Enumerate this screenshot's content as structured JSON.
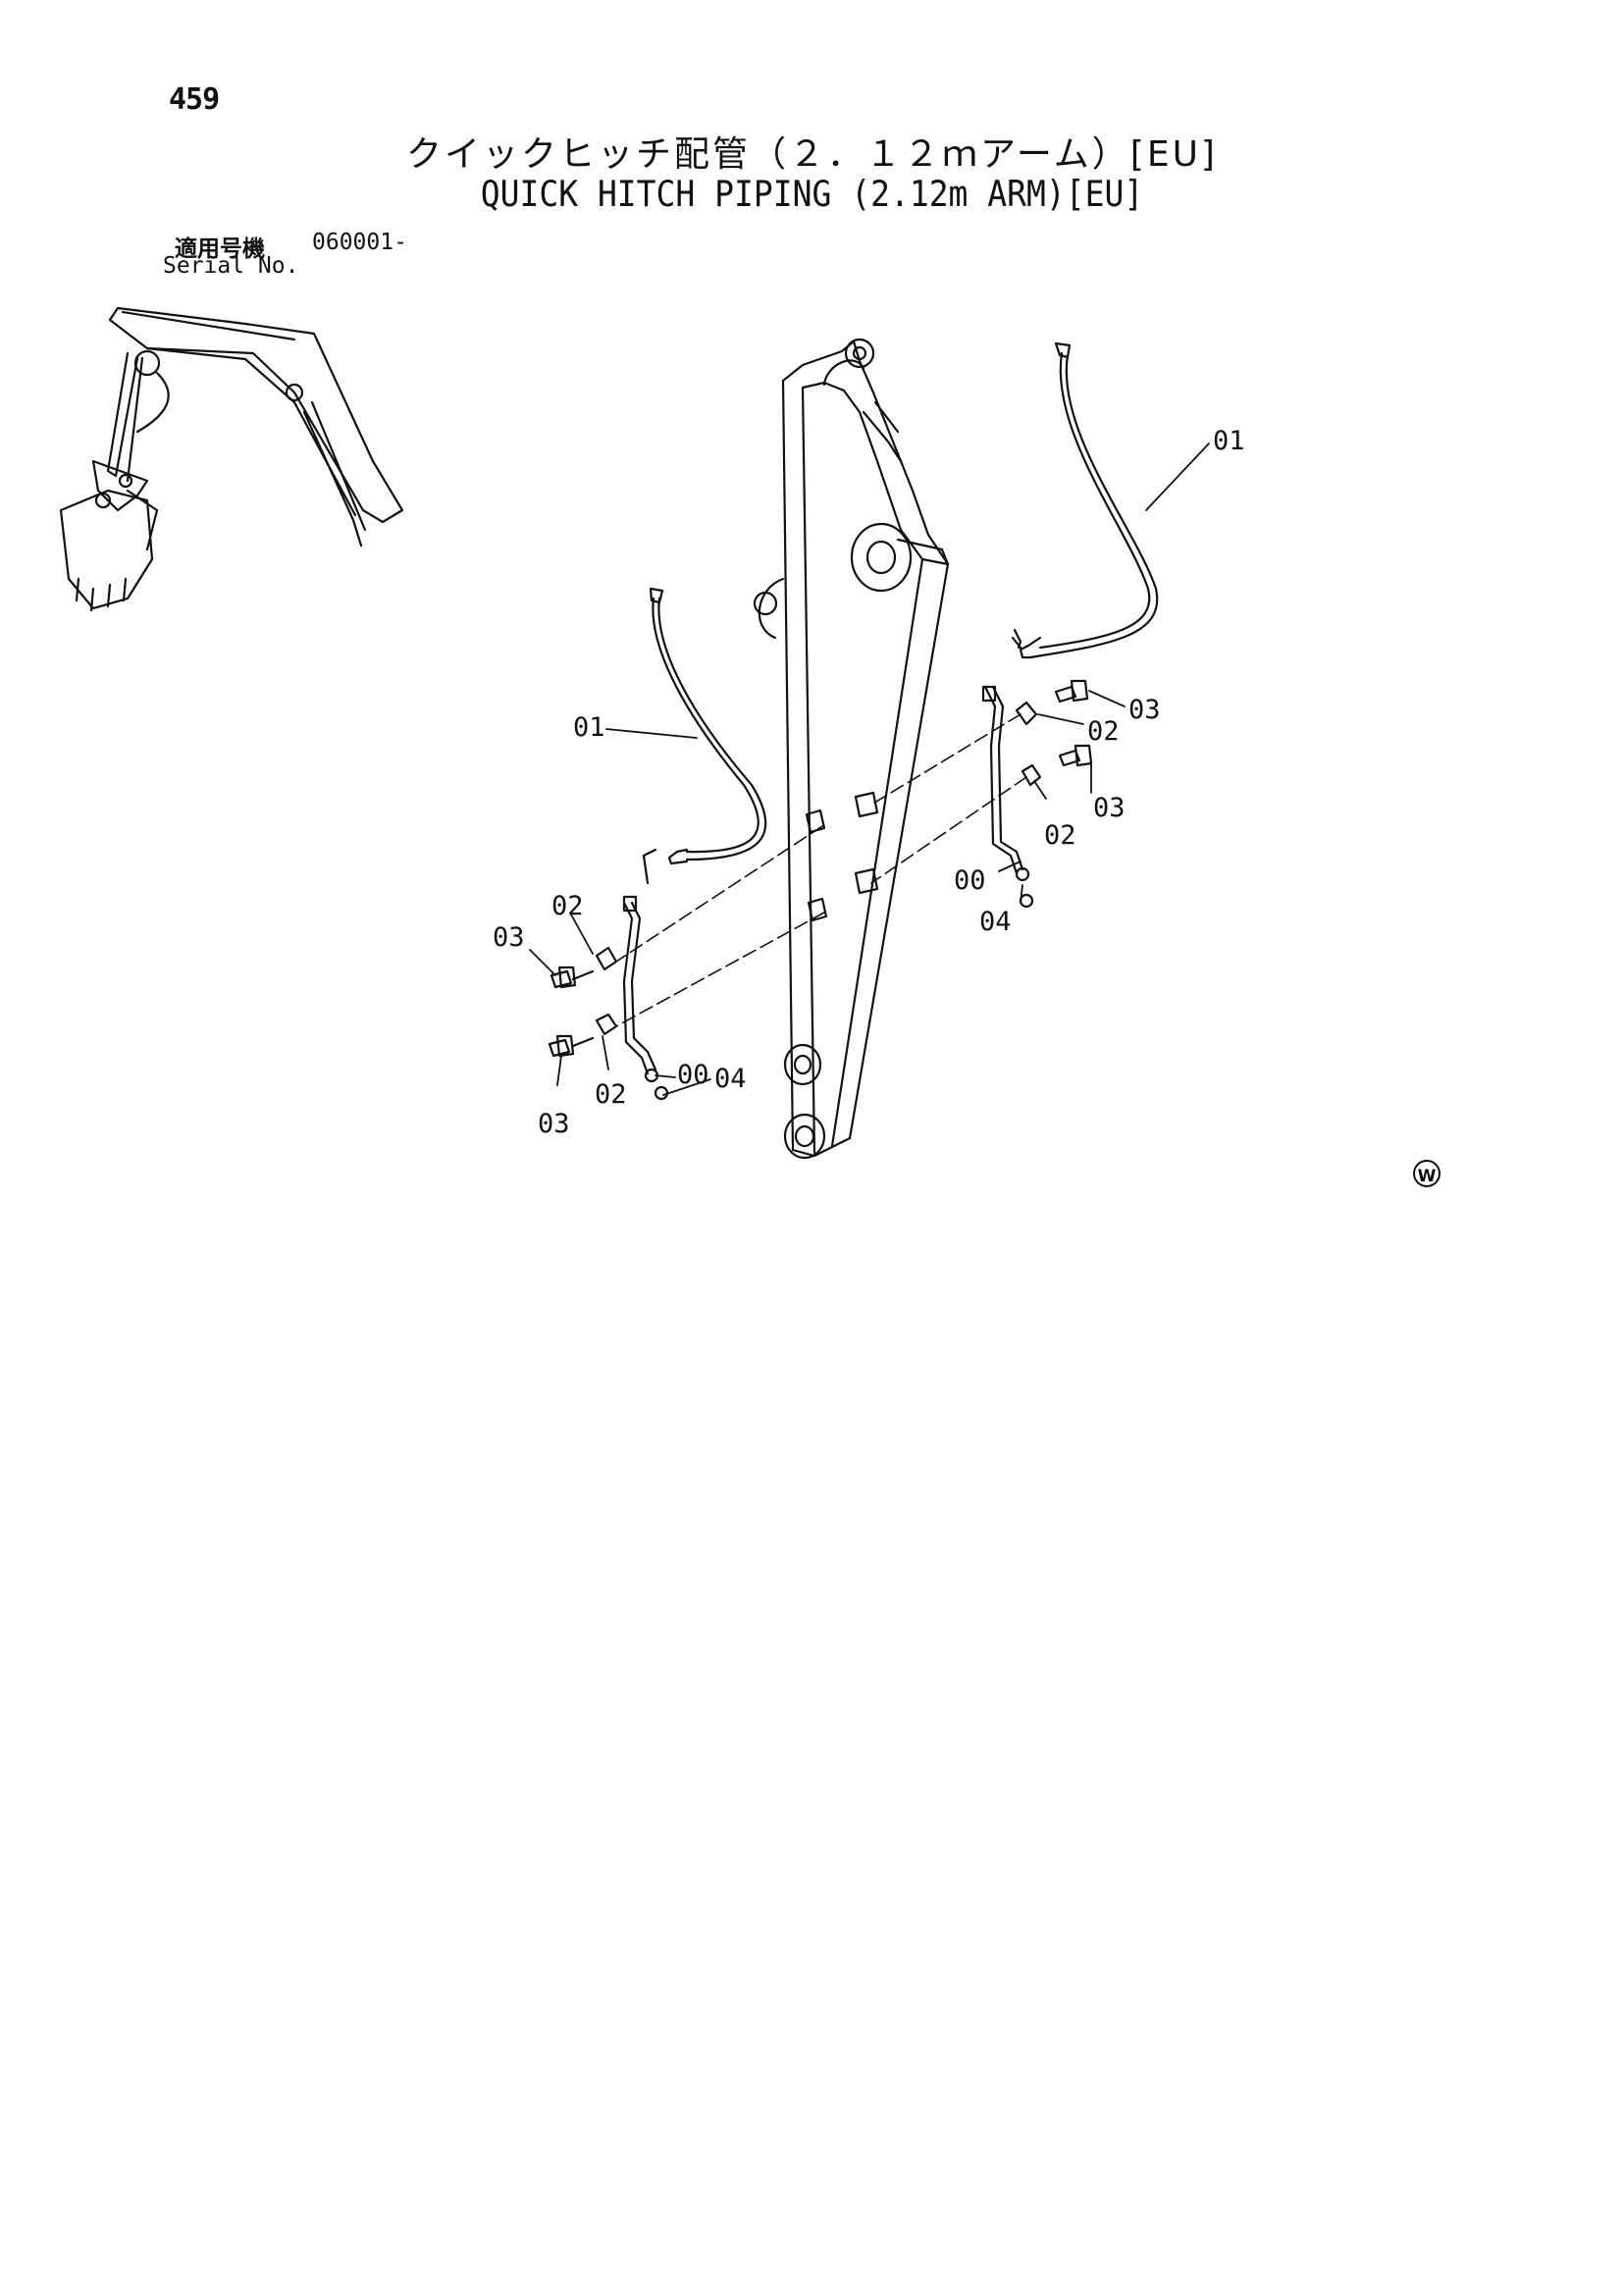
{
  "page": {
    "number": "459",
    "title_jp": "クイックヒッチ配管（２．１２ｍアーム）[EU]",
    "title_en": "QUICK HITCH PIPING (2.12m ARM)[EU]",
    "serial_label_jp": "適用号機",
    "serial_label_en": "Serial No.",
    "serial_value": "060001-",
    "mark": "W"
  },
  "callouts": {
    "c01_right": "01",
    "c01_left": "01",
    "c03_right_top": "03",
    "c02_right_top": "02",
    "c03_right_mid": "03",
    "c02_right_mid": "02",
    "c00_right": "00",
    "c04_right": "04",
    "c02_left_top": "02",
    "c03_left_top": "03",
    "c00_left": "00",
    "c04_left": "04",
    "c03_left_bottom": "03",
    "c02_left_bottom": "02"
  }
}
